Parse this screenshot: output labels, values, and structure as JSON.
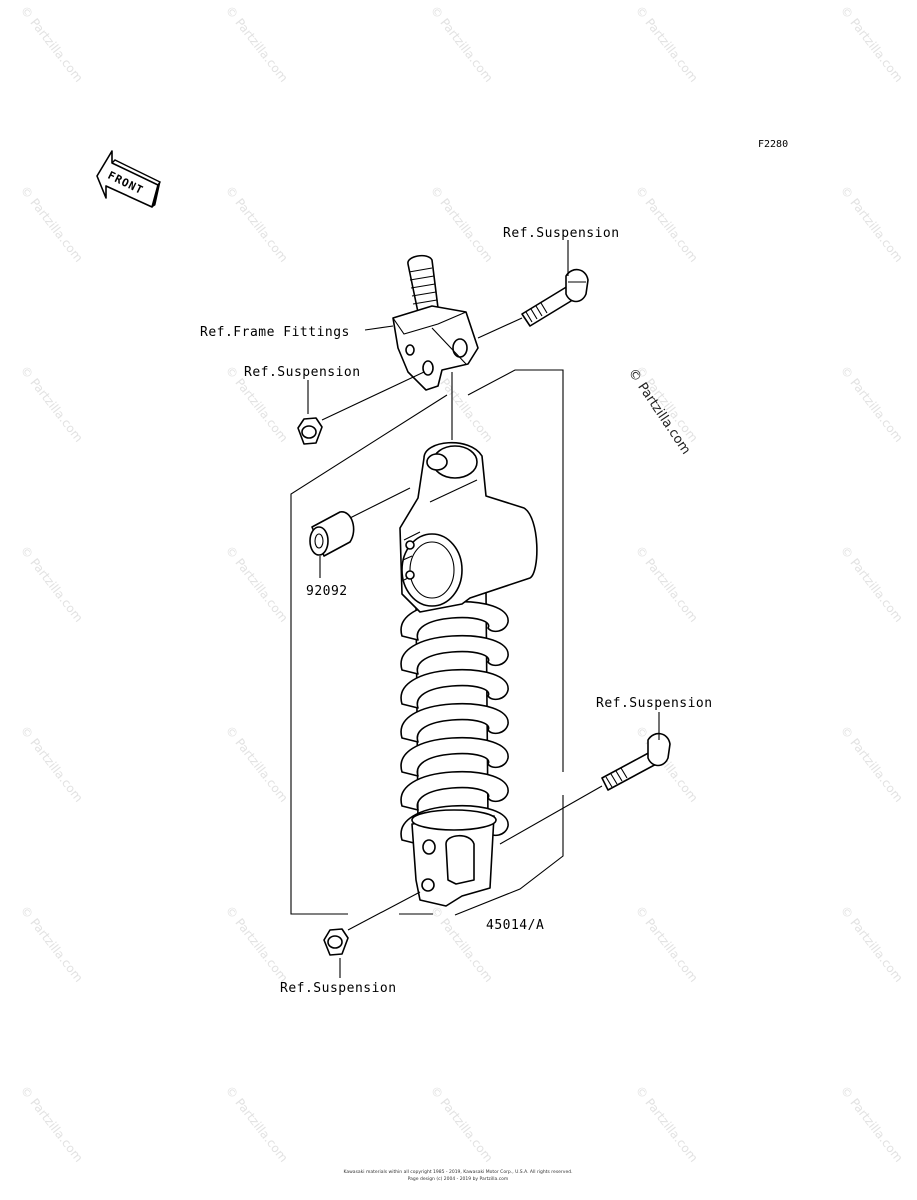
{
  "figure_code": "F2280",
  "front_label": "FRONT",
  "labels": {
    "ref_suspension_top": "Ref.Suspension",
    "ref_frame_fittings": "Ref.Frame Fittings",
    "ref_suspension_left": "Ref.Suspension",
    "part_92092": "92092",
    "ref_suspension_right": "Ref.Suspension",
    "part_45014": "45014/A",
    "ref_suspension_bottom": "Ref.Suspension"
  },
  "watermark": {
    "text": "© Partzilla.com",
    "large_text": "© Partzilla.com"
  },
  "footer": {
    "line1": "Kawasaki materials within all copyright 1985 - 2019, Kawasaki Motor Corp., U.S.A. All rights reserved.",
    "line2": "Page design (c) 2004 - 2019 by Partzilla.com"
  }
}
